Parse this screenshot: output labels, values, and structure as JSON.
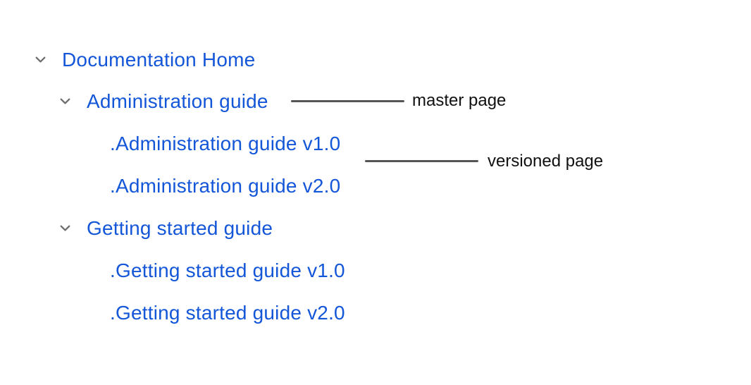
{
  "tree": {
    "items": [
      {
        "label": "Documentation Home",
        "level": 0,
        "has_chevron": true,
        "expanded": true
      },
      {
        "label": "Administration guide",
        "level": 1,
        "has_chevron": true,
        "expanded": true
      },
      {
        "label": ".Administration guide v1.0",
        "level": 2,
        "has_chevron": false
      },
      {
        "label": ".Administration guide v2.0",
        "level": 2,
        "has_chevron": false
      },
      {
        "label": "Getting started guide",
        "level": 1,
        "has_chevron": true,
        "expanded": true
      },
      {
        "label": ".Getting started guide v1.0",
        "level": 2,
        "has_chevron": false
      },
      {
        "label": ".Getting started guide v2.0",
        "level": 2,
        "has_chevron": false
      }
    ],
    "chevron_icon": "chevron-down"
  },
  "annotations": {
    "master": {
      "label": "master page"
    },
    "versioned": {
      "label": "versioned page"
    }
  },
  "colors": {
    "link": "#1456d8",
    "chevron": "#6e6e6e",
    "connector_line": "#555555",
    "annotation_text": "#111111",
    "background": "#ffffff"
  }
}
